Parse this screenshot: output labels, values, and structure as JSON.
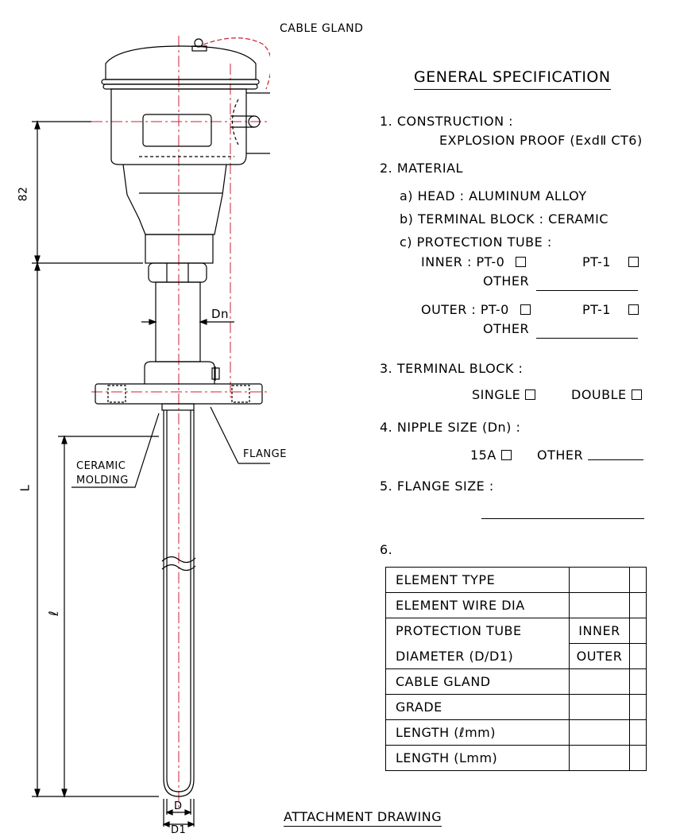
{
  "drawing": {
    "cable_gland_label": "CABLE GLAND",
    "dim_82": "82",
    "dim_L": "L",
    "dim_l": "ℓ",
    "dn_label": "Dn",
    "ceramic_label_1": "CERAMIC",
    "ceramic_label_2": "MOLDING",
    "flange_label": "FLANGE",
    "d_label": "D",
    "d1_label": "D1",
    "footer": "ATTACHMENT DRAWING",
    "colors": {
      "line": "#000000",
      "centerline": "#cc2233"
    }
  },
  "spec": {
    "title": "GENERAL SPECIFICATION",
    "s1": {
      "heading": "1. CONSTRUCTION :",
      "value": "EXPLOSION PROOF (ExdⅡ CT6)"
    },
    "s2": {
      "heading": "2. MATERIAL",
      "a": "a) HEAD : ALUMINUM ALLOY",
      "b": "b) TERMINAL BLOCK : CERAMIC",
      "c": "c) PROTECTION TUBE :",
      "inner": "INNER : PT-0",
      "outer": "OUTER : PT-0",
      "pt1": "PT-1",
      "other": "OTHER"
    },
    "s3": {
      "heading": "3. TERMINAL BLOCK :",
      "single": "SINGLE",
      "double": "DOUBLE"
    },
    "s4": {
      "heading": "4. NIPPLE SIZE (Dn) :",
      "opt15a": "15A",
      "other": "OTHER"
    },
    "s5": {
      "heading": "5. FLANGE SIZE :"
    },
    "s6": {
      "heading": "6."
    },
    "table": [
      {
        "label": "ELEMENT TYPE",
        "sub": ""
      },
      {
        "label": "ELEMENT WIRE DIA",
        "sub": ""
      },
      {
        "label": "PROTECTION TUBE",
        "sub": "INNER"
      },
      {
        "label": "DIAMETER (D/D1)",
        "sub": "OUTER"
      },
      {
        "label": "CABLE GLAND",
        "sub": ""
      },
      {
        "label": "GRADE",
        "sub": ""
      },
      {
        "label": "LENGTH  (ℓmm)",
        "sub": ""
      },
      {
        "label": "LENGTH  (Lmm)",
        "sub": ""
      }
    ]
  }
}
